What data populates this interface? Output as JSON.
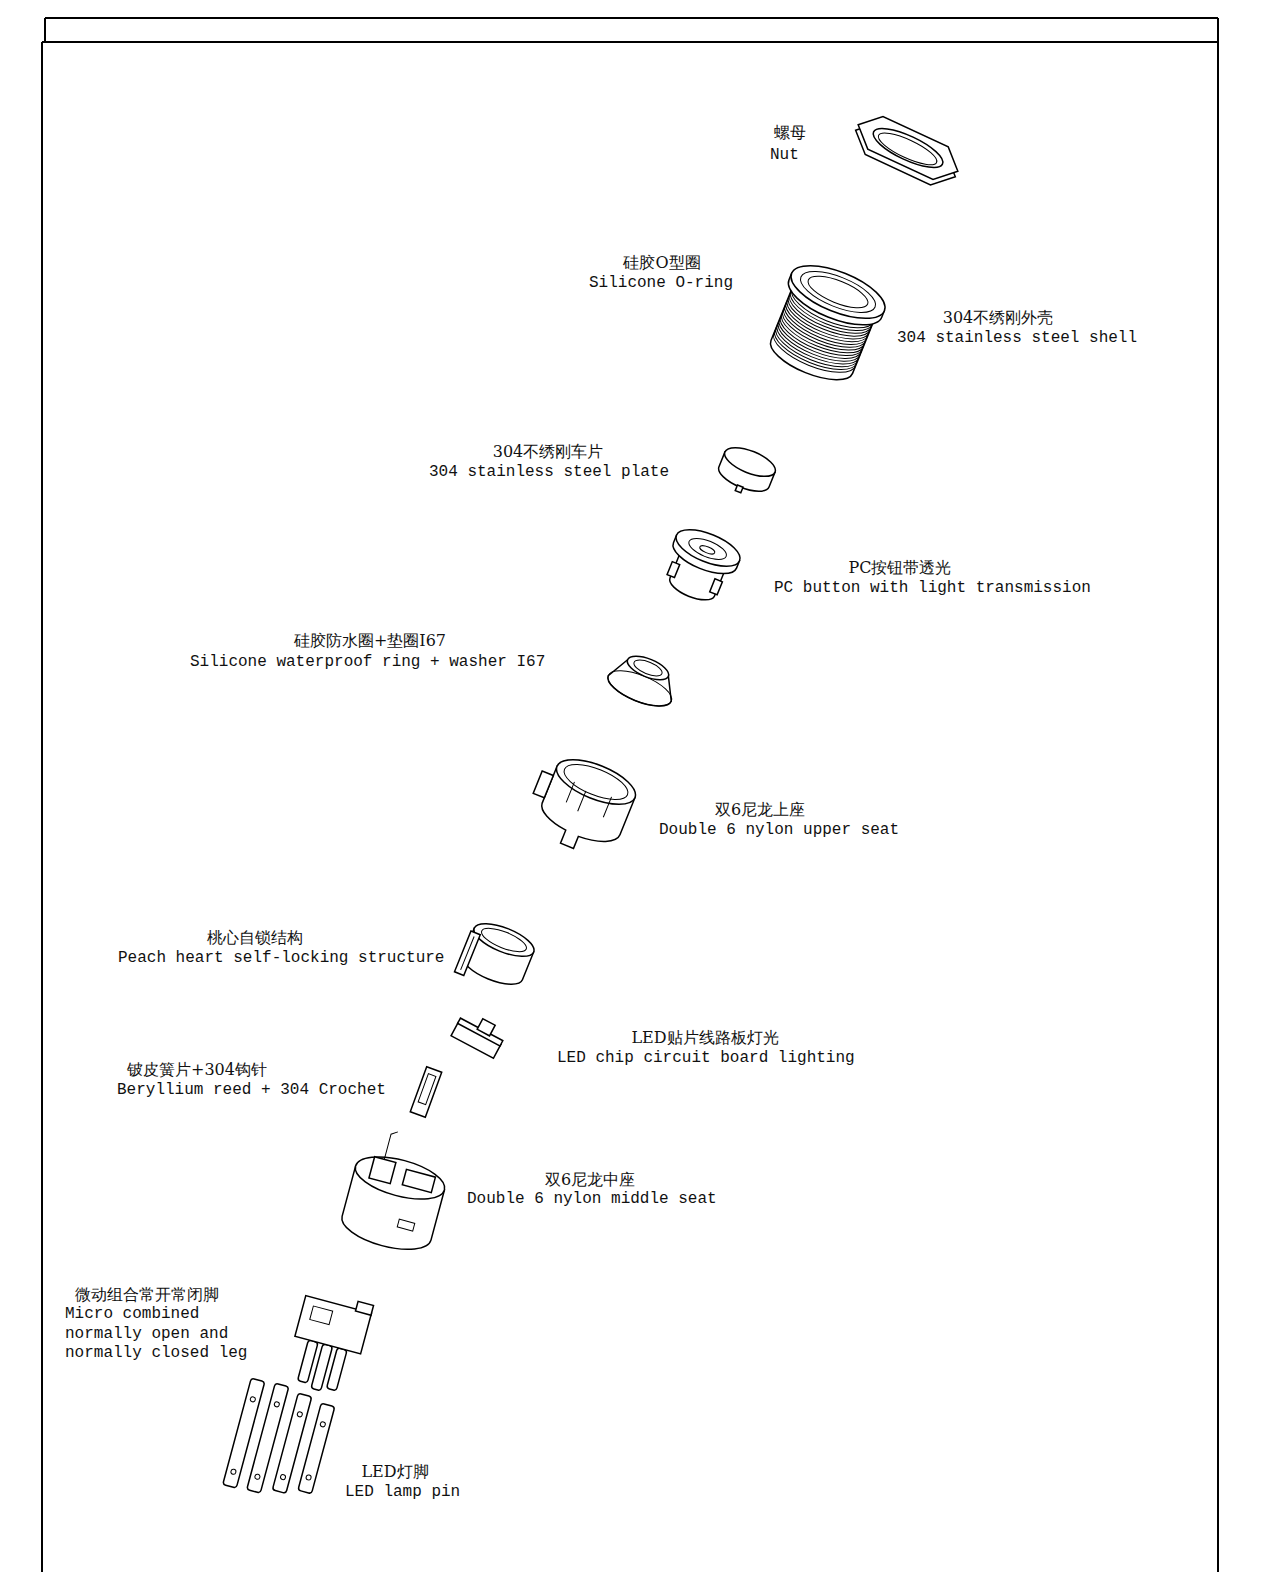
{
  "diagram": {
    "labels": [
      "螺母",
      "Nut",
      "硅胶O型圈",
      "Silicone O-ring",
      "304不绣刚外壳",
      "304 stainless steel shell",
      "304不绣刚车片",
      "304 stainless steel plate",
      "PC按钮带透光",
      "PC button with light transmission",
      "硅胶防水圈+垫圈I67",
      "Silicone waterproof ring + washer I67",
      "双6尼龙上座",
      "Double 6 nylon upper seat",
      "桃心自锁结构",
      "Peach heart self-locking structure",
      "LED贴片线路板灯光",
      "LED chip circuit board lighting",
      "铍皮簧片+304钩针",
      "Beryllium reed + 304 Crochet",
      "双6尼龙中座",
      "Double 6 nylon middle seat",
      "微动组合常开常闭脚",
      "Micro combined normally open and normally closed leg",
      "LED灯脚",
      "LED lamp pin"
    ]
  }
}
